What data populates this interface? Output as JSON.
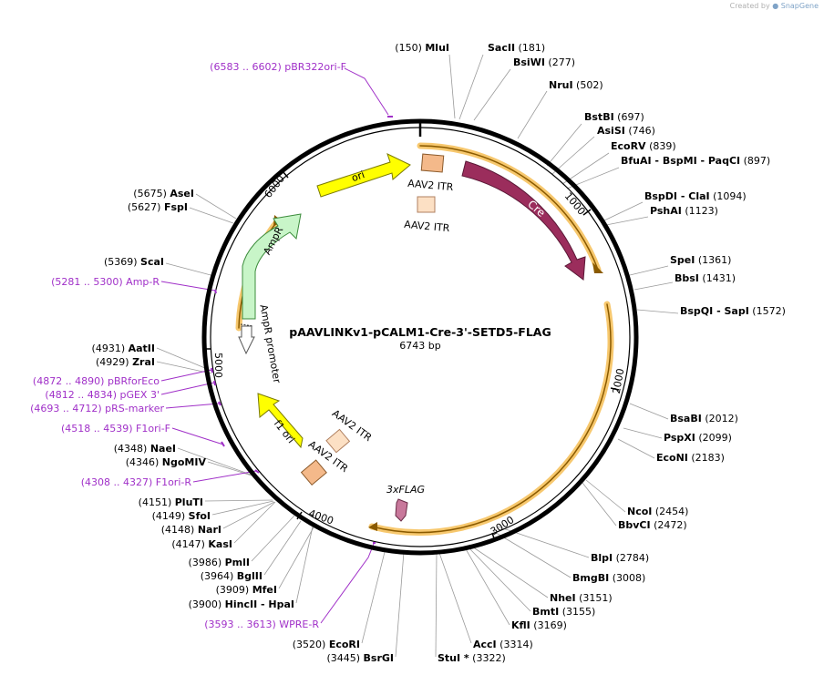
{
  "credit": {
    "prefix": "Created by",
    "brand": "SnapGene"
  },
  "plasmid": {
    "name": "pAAVLINKv1-pCALM1-Cre-3'-SETD5-FLAG",
    "length": "6743 bp"
  },
  "ticks": [
    "1000",
    "2000",
    "3000",
    "4000",
    "5000",
    "6000"
  ],
  "colors": {
    "enzyme": "#000000",
    "primer": "#a030c8",
    "ori": "#ffff00",
    "cre": "#9b2d5c",
    "ampr": "#c8f5c8",
    "itr": "#f4b98a",
    "itr_light": "#fce0c4",
    "flag": "#c8789b",
    "orf_track": "#f7c86e"
  },
  "enzymes": [
    {
      "pos": "(150)",
      "name": "MluI"
    },
    {
      "name": "SacII",
      "pos": "(181)"
    },
    {
      "name": "BsiWI",
      "pos": "(277)"
    },
    {
      "name": "NruI",
      "pos": "(502)"
    },
    {
      "name": "BstBI",
      "pos": "(697)"
    },
    {
      "name": "AsiSI",
      "pos": "(746)"
    },
    {
      "name": "EcoRV",
      "pos": "(839)"
    },
    {
      "name": "BfuAI - BspMI - PaqCI",
      "pos": "(897)"
    },
    {
      "name": "BspDI - ClaI",
      "pos": "(1094)"
    },
    {
      "name": "PshAI",
      "pos": "(1123)"
    },
    {
      "name": "SpeI",
      "pos": "(1361)"
    },
    {
      "name": "BbsI",
      "pos": "(1431)"
    },
    {
      "name": "BspQI - SapI",
      "pos": "(1572)"
    },
    {
      "name": "BsaBI",
      "pos": "(2012)"
    },
    {
      "name": "PspXI",
      "pos": "(2099)"
    },
    {
      "name": "EcoNI",
      "pos": "(2183)"
    },
    {
      "name": "NcoI",
      "pos": "(2454)"
    },
    {
      "name": "BbvCI",
      "pos": "(2472)"
    },
    {
      "name": "BlpI",
      "pos": "(2784)"
    },
    {
      "name": "BmgBI",
      "pos": "(3008)"
    },
    {
      "name": "NheI",
      "pos": "(3151)"
    },
    {
      "name": "BmtI",
      "pos": "(3155)"
    },
    {
      "name": "KflI",
      "pos": "(3169)"
    },
    {
      "name": "AccI",
      "pos": "(3314)"
    },
    {
      "name": "StuI *",
      "pos": "(3322)"
    },
    {
      "pos": "(3520)",
      "name": "EcoRI"
    },
    {
      "pos": "(3445)",
      "name": "BsrGI"
    },
    {
      "pos": "(3900)",
      "name": "HincII - HpaI"
    },
    {
      "pos": "(3909)",
      "name": "MfeI"
    },
    {
      "pos": "(3964)",
      "name": "BglII"
    },
    {
      "pos": "(3986)",
      "name": "PmlI"
    },
    {
      "pos": "(4147)",
      "name": "KasI"
    },
    {
      "pos": "(4148)",
      "name": "NarI"
    },
    {
      "pos": "(4149)",
      "name": "SfoI"
    },
    {
      "pos": "(4151)",
      "name": "PluTI"
    },
    {
      "pos": "(4346)",
      "name": "NgoMIV"
    },
    {
      "pos": "(4348)",
      "name": "NaeI"
    },
    {
      "pos": "(4929)",
      "name": "ZraI"
    },
    {
      "pos": "(4931)",
      "name": "AatII"
    },
    {
      "pos": "(5369)",
      "name": "ScaI"
    },
    {
      "pos": "(5627)",
      "name": "FspI"
    },
    {
      "pos": "(5675)",
      "name": "AseI"
    }
  ],
  "primers": [
    {
      "range": "(6583 .. 6602)",
      "name": "pBR322ori-F"
    },
    {
      "range": "(5281 .. 5300)",
      "name": "Amp-R"
    },
    {
      "range": "(4872 .. 4890)",
      "name": "pBRforEco"
    },
    {
      "range": "(4812 .. 4834)",
      "name": "pGEX 3'"
    },
    {
      "range": "(4693 .. 4712)",
      "name": "pRS-marker"
    },
    {
      "range": "(4518 .. 4539)",
      "name": "F1ori-F"
    },
    {
      "range": "(4308 .. 4327)",
      "name": "F1ori-R"
    },
    {
      "range": "(3593 .. 3613)",
      "name": "WPRE-R"
    }
  ],
  "features": {
    "ori": "ori",
    "cre": "Cre",
    "ampr": "AmpR",
    "ampr_promoter": "AmpR promoter",
    "f1ori": "f1 ori",
    "itr": "AAV2 ITR",
    "flag": "3xFLAG"
  }
}
